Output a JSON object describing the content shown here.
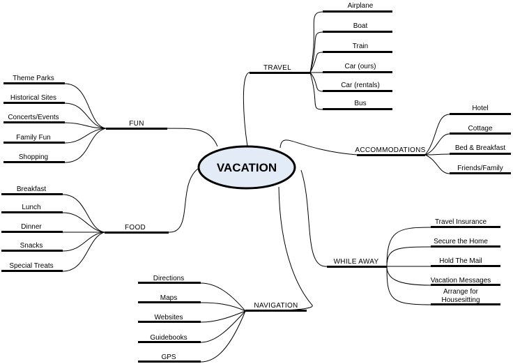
{
  "colors": {
    "line": "#000000",
    "center_fill": "#e3ebf7",
    "center_stroke": "#000000",
    "background": "#ffffff"
  },
  "center": {
    "label": "VACATION"
  },
  "branches": {
    "travel": {
      "label": "TRAVEL",
      "items": [
        "Airplane",
        "Boat",
        "Train",
        "Car (ours)",
        "Car (rentals)",
        "Bus"
      ]
    },
    "accommodations": {
      "label": "ACCOMMODATIONS",
      "items": [
        "Hotel",
        "Cottage",
        "Bed & Breakfast",
        "Friends/Family"
      ]
    },
    "while_away": {
      "label": "WHILE AWAY",
      "items": [
        "Travel Insurance",
        "Secure the Home",
        "Hold The Mail",
        "Vacation Messages",
        "Arrange for",
        "Housesitting"
      ]
    },
    "navigation": {
      "label": "NAVIGATION",
      "items": [
        "Directions",
        "Maps",
        "Websites",
        "Guidebooks",
        "GPS"
      ]
    },
    "food": {
      "label": "FOOD",
      "items": [
        "Breakfast",
        "Lunch",
        "Dinner",
        "Snacks",
        "Special Treats"
      ]
    },
    "fun": {
      "label": "FUN",
      "items": [
        "Theme Parks",
        "Historical Sites",
        "Concerts/Events",
        "Family Fun",
        "Shopping"
      ]
    }
  }
}
